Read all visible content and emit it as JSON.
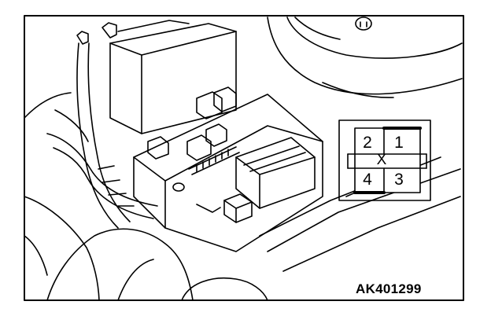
{
  "figure": {
    "code": "AK401299",
    "connector": {
      "pins": [
        "1",
        "2",
        "3",
        "4"
      ],
      "center_mark": "X"
    }
  }
}
